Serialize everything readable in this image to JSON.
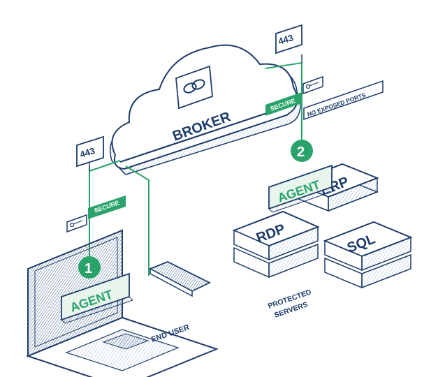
{
  "cloud": {
    "label": "BROKER",
    "icon": "link-icon"
  },
  "ports": {
    "client_port": "443",
    "server_port": "443"
  },
  "tunnels": {
    "client_secure": "SECURE",
    "server_secure": "SECURE"
  },
  "server_note": "NO EXPOSED PORTS",
  "client": {
    "step": "1",
    "agent_label": "AGENT",
    "caption": "END USER"
  },
  "servers": {
    "step": "2",
    "agent_label": "AGENT",
    "items": [
      "ERP",
      "RDP",
      "SQL"
    ],
    "caption_line1": "PROTECTED",
    "caption_line2": "SERVERS"
  },
  "colors": {
    "navy": "#1d3c6b",
    "green": "#2aa36b",
    "light_green": "#e8f5ec",
    "light_blue": "#eaf2fa"
  }
}
